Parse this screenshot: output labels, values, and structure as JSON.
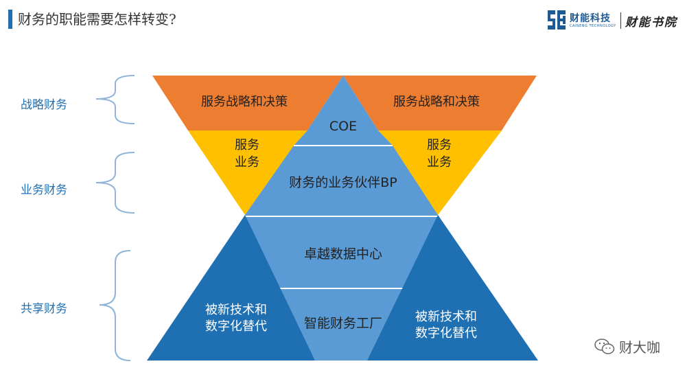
{
  "header": {
    "title": "财务的职能需要怎样转变?"
  },
  "logo": {
    "name": "财能科技",
    "subtitle": "CAINENG TECHNOLOGY",
    "brand": "财能书院"
  },
  "side_labels": {
    "strategic": "战略财务",
    "business": "业务财务",
    "shared": "共享财务"
  },
  "left_triangle": {
    "top": "服务战略和决策",
    "middle_line1": "服务",
    "middle_line2": "业务",
    "bottom_line1": "被新技术和",
    "bottom_line2": "数字化替代"
  },
  "right_triangle": {
    "top": "服务战略和决策",
    "middle_line1": "服务",
    "middle_line2": "业务",
    "bottom_line1": "被新技术和",
    "bottom_line2": "数字化替代"
  },
  "center_layers": {
    "coe": "COE",
    "bp": "财务的业务伙伴BP",
    "excellence": "卓越数据中心",
    "factory": "智能财务工厂"
  },
  "colors": {
    "orange": "#ed7d31",
    "yellow": "#ffc000",
    "light_blue": "#5b9bd5",
    "dark_blue": "#1f6fb3",
    "title_accent": "#1f6fb3"
  },
  "watermark": {
    "text": "财大咖",
    "icon": "wechat-icon"
  }
}
